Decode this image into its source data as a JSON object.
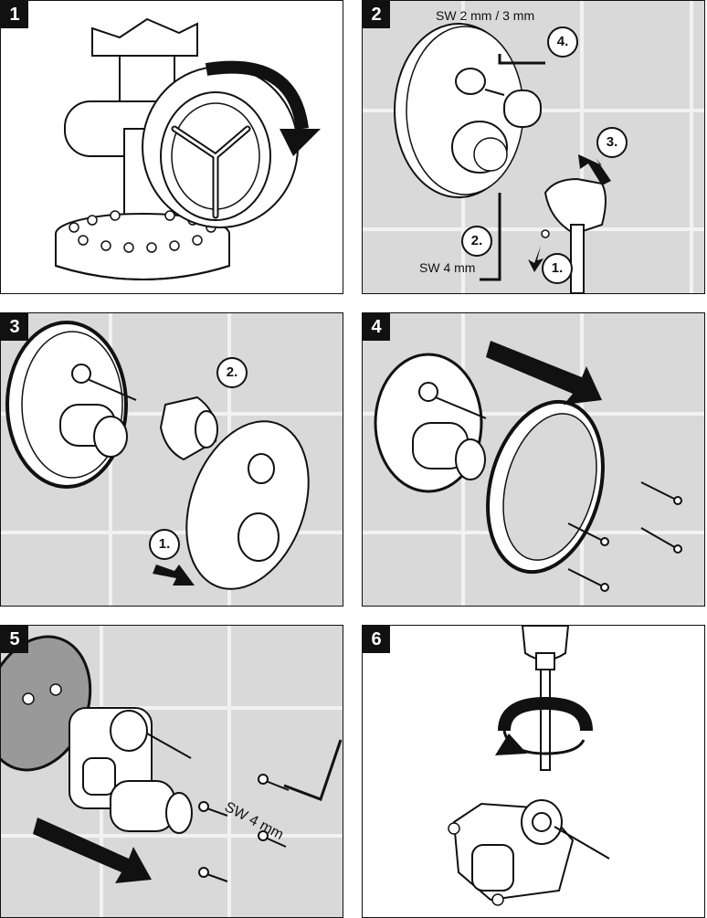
{
  "steps": [
    {
      "number": "1"
    },
    {
      "number": "2",
      "labels": {
        "key_small": "SW 2 mm / 3 mm",
        "key_large": "SW 4 mm"
      },
      "callouts": [
        "1.",
        "2.",
        "3.",
        "4."
      ]
    },
    {
      "number": "3",
      "callouts": [
        "1.",
        "2."
      ]
    },
    {
      "number": "4"
    },
    {
      "number": "5",
      "labels": {
        "key": "SW 4 mm"
      }
    },
    {
      "number": "6"
    }
  ],
  "colors": {
    "line": "#111111",
    "tile": "#d9d9d9",
    "grout": "#f2f2f2",
    "part": "#ffffff"
  }
}
